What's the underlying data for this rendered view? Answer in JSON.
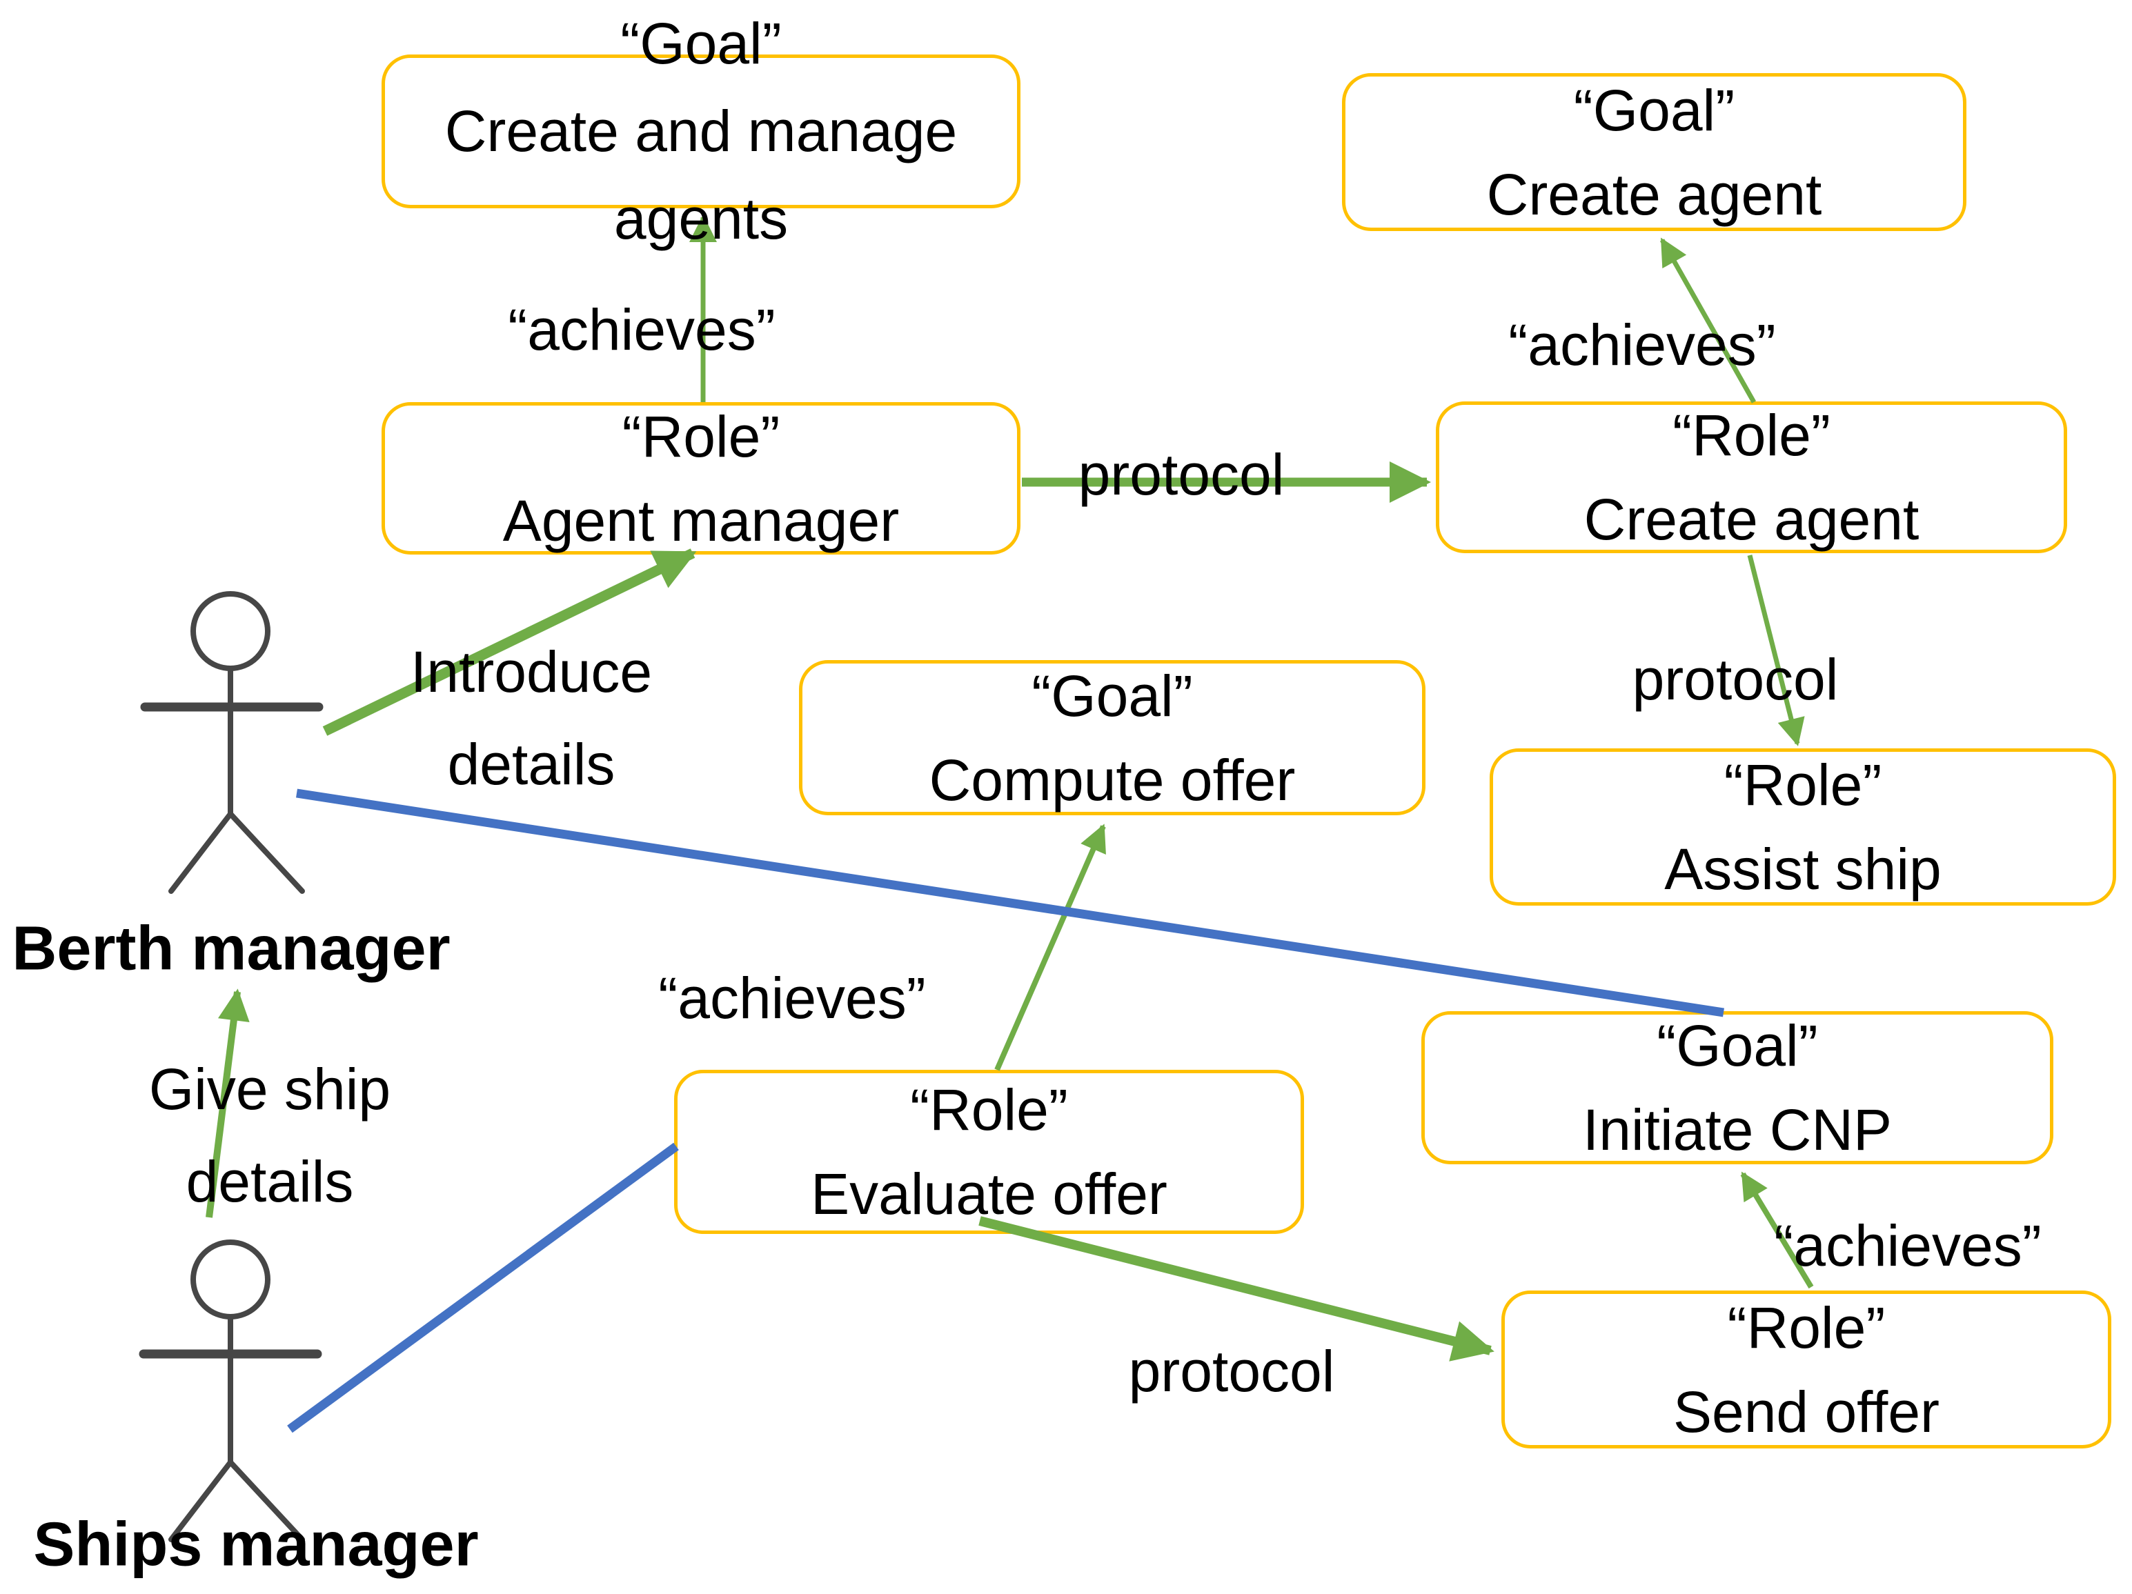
{
  "colors": {
    "box_border": "#FFC000",
    "arrow_green": "#70AD47",
    "line_blue": "#4472C4",
    "figure_gray": "#464646",
    "text": "#000000"
  },
  "actors": [
    {
      "label": "Berth manager"
    },
    {
      "label": "Ships manager"
    }
  ],
  "nodes": [
    {
      "id": "goal-create-and-manage-agents",
      "lines": [
        "“Goal”",
        "Create and manage",
        "agents"
      ]
    },
    {
      "id": "goal-create-agent",
      "lines": [
        "“Goal”",
        "Create agent"
      ]
    },
    {
      "id": "role-agent-manager",
      "lines": [
        "“Role”",
        "Agent manager"
      ]
    },
    {
      "id": "role-create-agent",
      "lines": [
        "“Role”",
        "Create agent"
      ]
    },
    {
      "id": "role-assist-ship",
      "lines": [
        "“Role”",
        "Assist ship"
      ]
    },
    {
      "id": "goal-compute-offer",
      "lines": [
        "“Goal”",
        "Compute offer"
      ]
    },
    {
      "id": "role-evaluate-offer",
      "lines": [
        "“Role”",
        "Evaluate offer"
      ]
    },
    {
      "id": "goal-initiate-cnp",
      "lines": [
        "“Goal”",
        "Initiate CNP"
      ]
    },
    {
      "id": "role-send-offer",
      "lines": [
        "“Role”",
        "Send offer"
      ]
    }
  ],
  "edge_labels": {
    "achieves_top_left": "“achieves”",
    "achieves_top_right": "“achieves”",
    "achieves_middle": "“achieves”",
    "achieves_bottom_right": "“achieves”",
    "protocol_top": "protocol",
    "protocol_right": "protocol",
    "protocol_bottom": "protocol",
    "introduce_details": [
      "Introduce",
      "details"
    ],
    "give_ship_details": [
      "Give ship",
      "details"
    ]
  }
}
